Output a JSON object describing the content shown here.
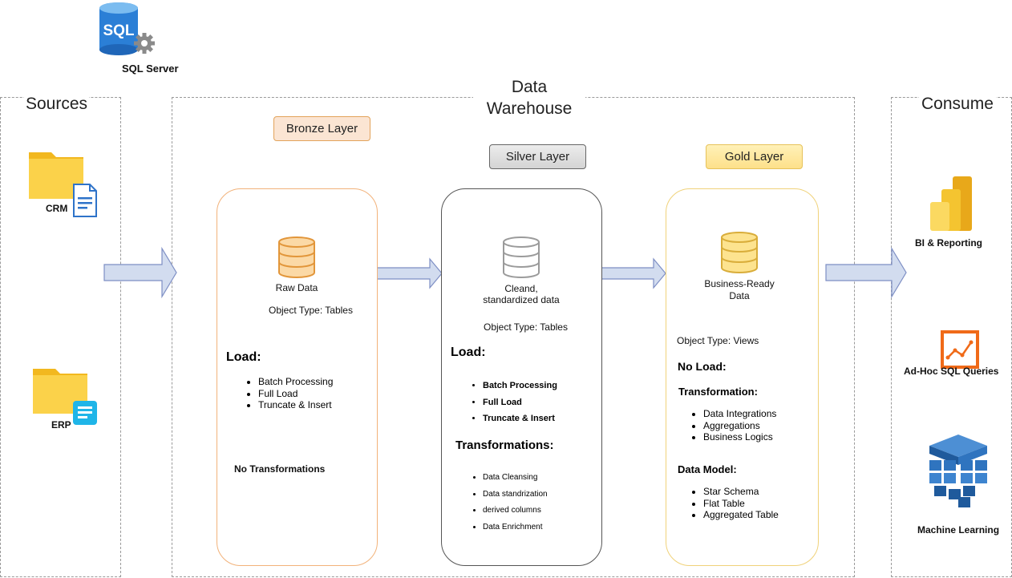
{
  "header": {
    "server_label": "SQL Server",
    "sql_text": "SQL"
  },
  "sections": {
    "sources": "Sources",
    "warehouse_line1": "Data",
    "warehouse_line2": "Warehouse",
    "consume": "Consume"
  },
  "sources": [
    {
      "label": "CRM"
    },
    {
      "label": "ERP"
    }
  ],
  "layers": {
    "bronze": {
      "title": "Bronze Layer",
      "db_label": "Raw Data",
      "object_type": "Object Type: Tables",
      "load_heading": "Load:",
      "load_items": [
        "Batch Processing",
        "Full Load",
        "Truncate & Insert"
      ],
      "transform_note": "No Transformations"
    },
    "silver": {
      "title": "Silver Layer",
      "db_label_1": "Cleand,",
      "db_label_2": "standardized data",
      "object_type": "Object Type: Tables",
      "load_heading": "Load:",
      "load_items": [
        "Batch Processing",
        "Full Load",
        "Truncate & Insert"
      ],
      "transform_heading": "Transformations:",
      "transform_items": [
        "Data Cleansing",
        "Data standrization",
        "derived columns",
        "Data Enrichment"
      ]
    },
    "gold": {
      "title": "Gold Layer",
      "db_label_1": "Business-Ready",
      "db_label_2": "Data",
      "object_type": "Object Type: Views",
      "load_heading": "No Load:",
      "transform_heading": "Transformation:",
      "transform_items": [
        "Data Integrations",
        "Aggregations",
        "Business Logics"
      ],
      "model_heading": "Data Model:",
      "model_items": [
        "Star Schema",
        "Flat Table",
        "Aggregated Table"
      ]
    }
  },
  "consume": [
    {
      "label": "BI & Reporting"
    },
    {
      "label": "Ad-Hoc SQL Queries"
    },
    {
      "label": "Machine Learning"
    }
  ],
  "colors": {
    "bronze_fill": "#fbe5d3",
    "bronze_border": "#e2a35b",
    "silver_fill": "#e0e0e0",
    "silver_border": "#666666",
    "gold_fill": "#fde9a1",
    "gold_border": "#e6c25a",
    "arrow_fill": "#d2dcef",
    "arrow_stroke": "#7d8ec4"
  }
}
